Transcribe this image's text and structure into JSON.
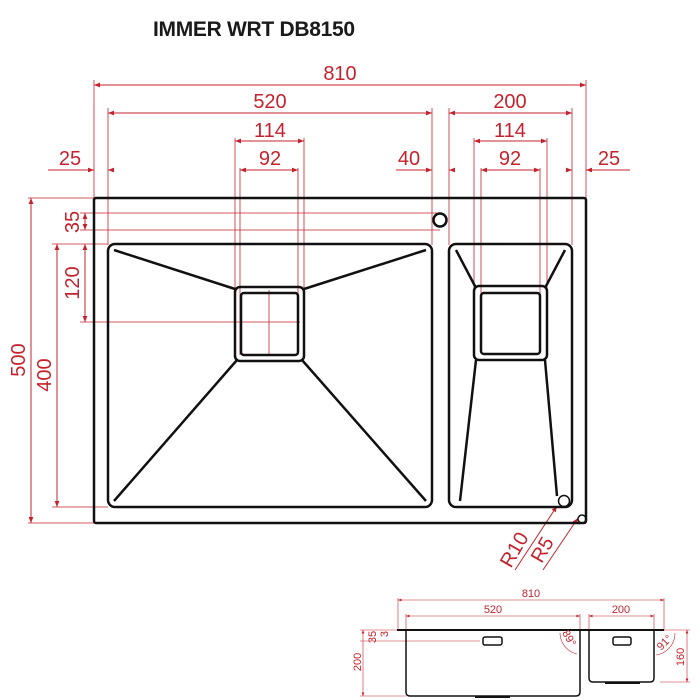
{
  "title": "IMMER WRT DB8150",
  "colors": {
    "dimension": "#c4232d",
    "outline": "#111111"
  },
  "top_view": {
    "horizontal_dims": {
      "overall_width": "810",
      "main_bowl_width": "520",
      "second_bowl_width": "200",
      "main_drain_outer": "114",
      "main_drain_inner": "92",
      "second_drain_outer": "114",
      "second_drain_inner": "92",
      "left_margin": "25",
      "bowl_gap": "40",
      "right_margin": "25"
    },
    "vertical_dims": {
      "overall_depth": "500",
      "bowl_depth": "400",
      "top_margin": "35",
      "drain_offset": "120"
    },
    "radii": {
      "inner_corner": "R10",
      "outer_corner": "R5"
    }
  },
  "side_view": {
    "overall_width": "810",
    "main_bowl_width": "520",
    "second_bowl_width": "200",
    "top_margin": "35",
    "rim_thickness": "3",
    "main_bowl_height": "200",
    "second_bowl_height": "160",
    "main_angle": "89°",
    "second_angle": "91°"
  }
}
